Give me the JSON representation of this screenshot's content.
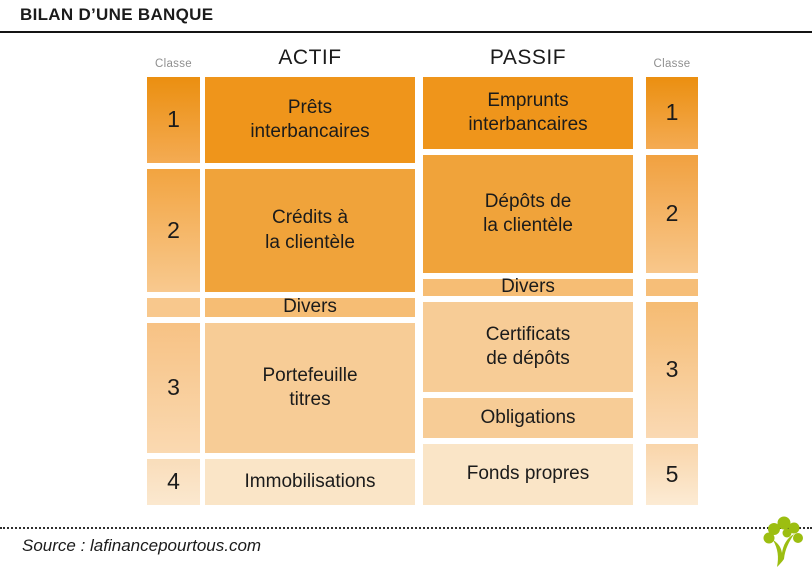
{
  "title": "BILAN D’UNE BANQUE",
  "headers": {
    "classe_left": "Classe",
    "actif": "ACTIF",
    "passif": "PASSIF",
    "classe_right": "Classe"
  },
  "actif": {
    "classes": [
      "1",
      "2",
      "",
      "3",
      "4"
    ],
    "rows": [
      "Prêts\ninterbancaires",
      "Crédits à\nla clientèle",
      "Divers",
      "Portefeuille\ntitres",
      "Immobilisations"
    ]
  },
  "passif": {
    "classes": [
      "1",
      "2",
      "",
      "3",
      "5"
    ],
    "rows": [
      "Emprunts\ninterbancaires",
      "Dépôts de\nla clientèle",
      "Divers",
      "Certificats\nde dépôts",
      "Obligations",
      "Fonds propres"
    ]
  },
  "footer": {
    "source": "Source : lafinancepourtous.com",
    "logo": "tree-icon"
  },
  "palette": {
    "row1_dark_orange": "#EF951B",
    "row2_medium_orange": "#F0A33A",
    "divers_orange": "#F6BD74",
    "row3_light_orange": "#F7CC96",
    "row4_pale_orange": "#FAE5C7",
    "rule_black": "#141414",
    "classe_label_grey": "#8F8F8F",
    "logo_green": "#9CBE11"
  }
}
